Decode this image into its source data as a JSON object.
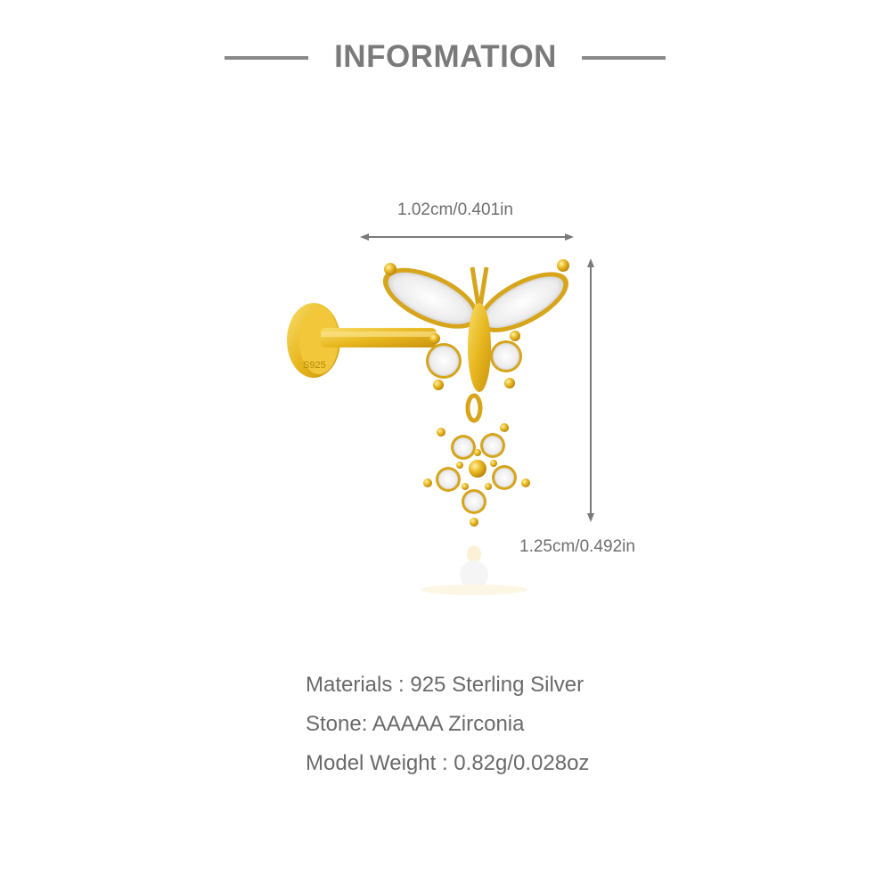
{
  "header": {
    "title": "INFORMATION"
  },
  "dimensions": {
    "width_label": "1.02cm/0.401in",
    "height_label": "1.25cm/0.492in"
  },
  "product": {
    "stamp": "S925",
    "description": "butterfly-flower-dangle-flat-back-earring-icon",
    "colors": {
      "gold": "#e8b820",
      "gold_dark": "#c9930f",
      "gold_light": "#f8dd6a",
      "stone": "#f4f4f4",
      "stone_shade": "#cfcfcf"
    }
  },
  "specs": [
    {
      "label": "Materials : 925 Sterling Silver"
    },
    {
      "label": "Stone: AAAAA Zirconia"
    },
    {
      "label": "Model Weight : 0.82g/0.028oz"
    }
  ],
  "colors": {
    "text": "#6a6a6a",
    "lines": "#8a8a8a",
    "background": "#ffffff"
  }
}
